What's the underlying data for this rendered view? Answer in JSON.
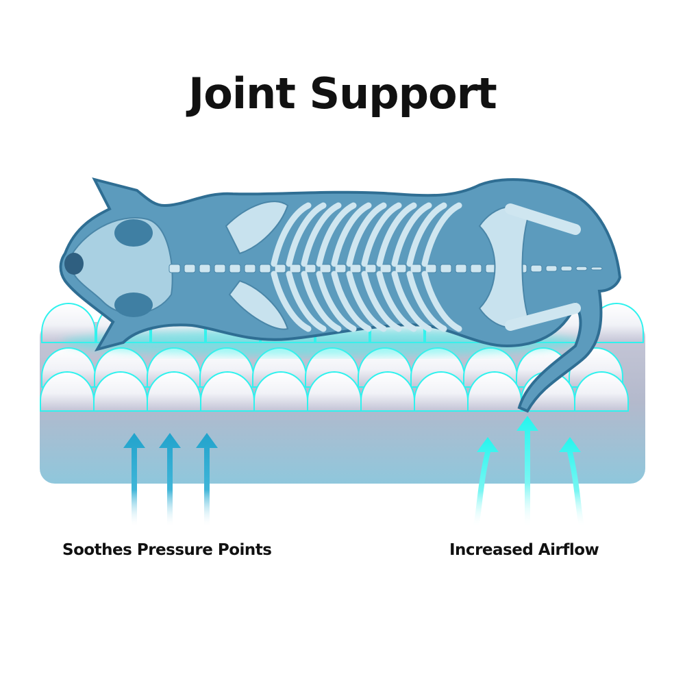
{
  "title": "Joint Support",
  "labels": {
    "left": "Soothes Pressure Points",
    "right": "Increased Airflow"
  },
  "colors": {
    "cat_fill": "#5c9bbd",
    "cat_outline": "#2f6e93",
    "bone": "#cfe6f0",
    "bubble_outline": "#2ef2ee",
    "mattress_top": "#c3c3d6",
    "mattress_bottom": "#90c8dc",
    "left_arrows": "#27a8cf",
    "right_arrows": "#2ff4ee"
  }
}
